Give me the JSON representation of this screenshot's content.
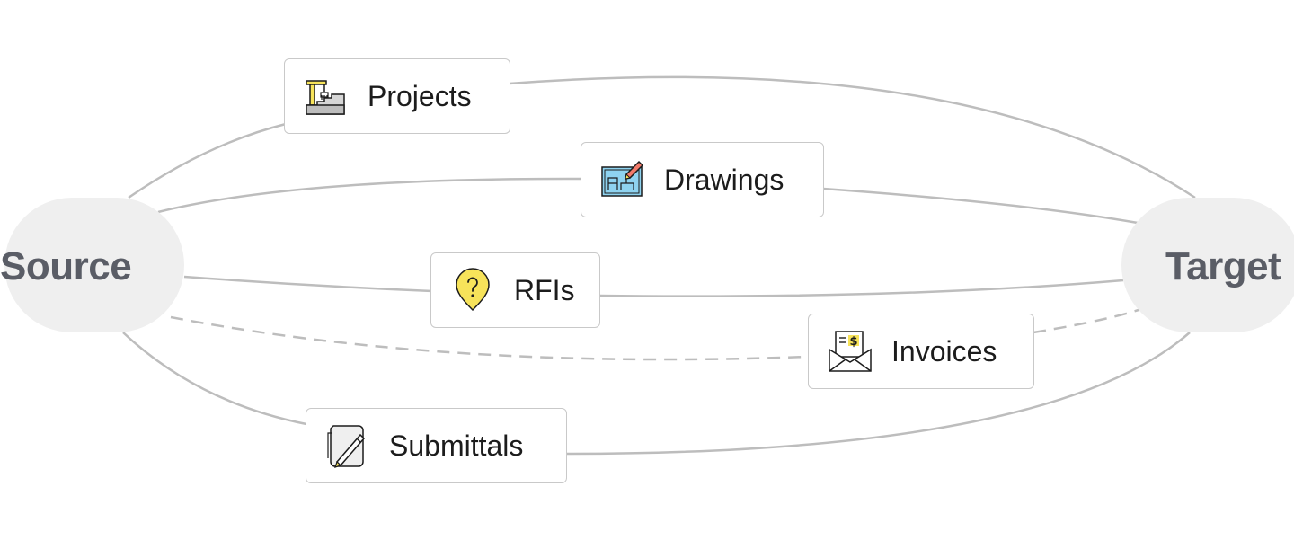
{
  "endpoints": {
    "source": {
      "label": "Source"
    },
    "target": {
      "label": "Target"
    }
  },
  "nodes": {
    "projects": {
      "label": "Projects",
      "icon": "construction-crane-icon"
    },
    "drawings": {
      "label": "Drawings",
      "icon": "blueprint-pencil-icon"
    },
    "rfis": {
      "label": "RFIs",
      "icon": "question-pin-icon"
    },
    "invoices": {
      "label": "Invoices",
      "icon": "invoice-envelope-icon"
    },
    "submittals": {
      "label": "Submittals",
      "icon": "document-pen-icon"
    }
  },
  "connections": [
    {
      "node": "projects",
      "style": "solid"
    },
    {
      "node": "drawings",
      "style": "solid"
    },
    {
      "node": "rfis",
      "style": "solid"
    },
    {
      "node": "invoices",
      "style": "dashed"
    },
    {
      "node": "submittals",
      "style": "solid"
    }
  ],
  "colors": {
    "endpoint_fill": "#efefef",
    "endpoint_text": "#5a5d66",
    "edge": "#bdbdbd",
    "node_border": "#c9c9c9",
    "icon_yellow": "#f7e35a",
    "icon_blue": "#8fd3f0"
  }
}
